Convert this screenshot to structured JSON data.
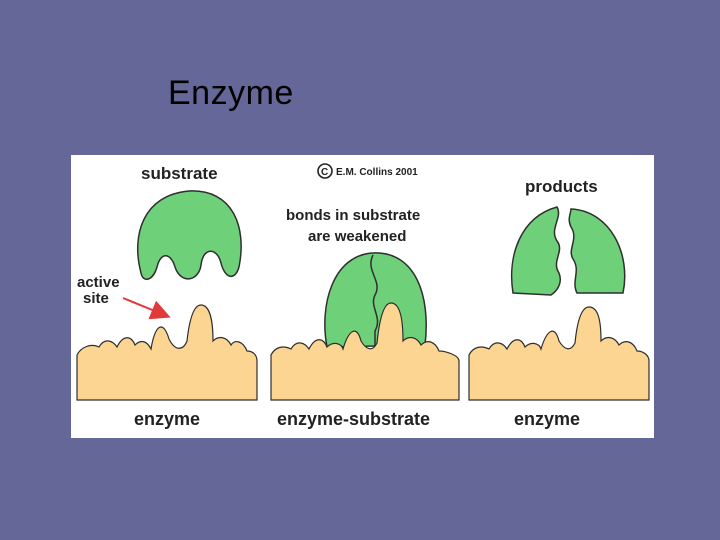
{
  "slide": {
    "title": "Enzyme"
  },
  "figure": {
    "copyright_symbol": "C",
    "copyright_text": "E.M. Collins 2001",
    "panel1": {
      "top_label": "substrate",
      "side_label_line1": "active",
      "side_label_line2": "site",
      "bottom_label": "enzyme"
    },
    "panel2": {
      "top_label_line1": "bonds in substrate",
      "top_label_line2": "are weakened",
      "bottom_label": "enzyme-substrate"
    },
    "panel3": {
      "top_label": "products",
      "bottom_label": "enzyme"
    },
    "colors": {
      "substrate": "#6fd07a",
      "enzyme": "#fbd591",
      "outline": "#2f2f2f",
      "arrow": "#e23a3a"
    },
    "icons": [
      "copyright-icon",
      "arrow-icon"
    ]
  }
}
